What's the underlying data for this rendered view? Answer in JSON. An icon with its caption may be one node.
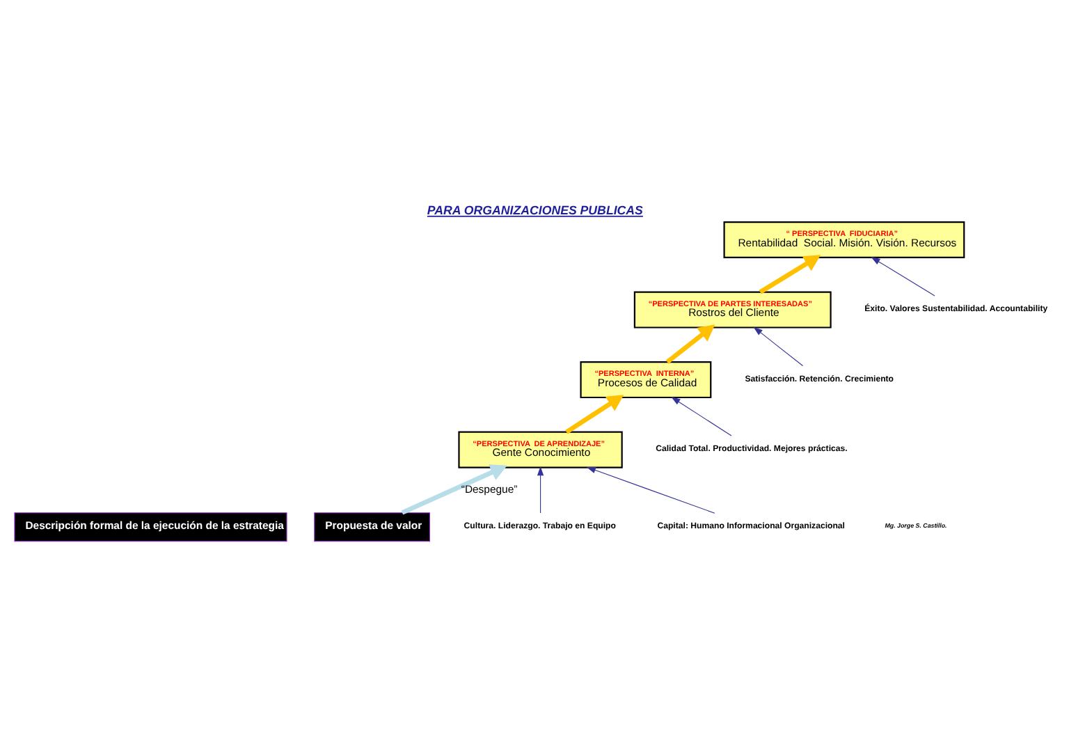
{
  "diagram": {
    "title": "PARA ORGANIZACIONES PUBLICAS",
    "nodes": [
      {
        "text": [
          "Descripción formal de la ejecución de la estrategia"
        ]
      },
      {
        "text": [
          "“ PERSPECTIVA  FIDUCIARIA”",
          "Rentabilidad  Social. Misión. Visión. Recursos"
        ]
      },
      {
        "text": [
          "“PERSPECTIVA DE PARTES INTERESADAS”",
          "Rostros del Cliente"
        ]
      },
      {
        "text": [
          "“PERSPECTIVA  INTERNA”",
          "Procesos de Calidad"
        ]
      },
      {
        "text": [
          "“PERSPECTIVA  DE APRENDIZAJE”",
          "Gente Conocimiento"
        ]
      },
      {
        "text": [
          "Propuesta de valor"
        ]
      },
      {
        "text": [
          "Éxito. Valores Sustentabilidad. Accountability"
        ]
      },
      {
        "text": [
          "Satisfacción. Retención. Crecimiento"
        ]
      },
      {
        "text": [
          "Calidad Total. Productividad. Mejores prácticas."
        ]
      },
      {
        "text": [
          "Cultura. Liderazgo. Trabajo en Equipo"
        ]
      },
      {
        "text": [
          "Capital: Humano Informacional Organizacional"
        ]
      }
    ],
    "edges": [
      {
        "from": 5,
        "to": 4,
        "arrow": "to",
        "label": "“Despegue”",
        "style": "thick",
        "color": "#b7dde8"
      },
      {
        "from": 4,
        "to": 3,
        "arrow": "to",
        "style": "thick",
        "color": "#ffc000"
      },
      {
        "from": 3,
        "to": 2,
        "arrow": "to",
        "style": "thick",
        "color": "#ffc000"
      },
      {
        "from": 2,
        "to": 1,
        "arrow": "to",
        "style": "thick",
        "color": "#ffc000"
      },
      {
        "from": 6,
        "to": 1,
        "arrow": "to"
      },
      {
        "from": 7,
        "to": 2,
        "arrow": "to"
      },
      {
        "from": 8,
        "to": 3,
        "arrow": "to"
      },
      {
        "from": 9,
        "to": 4,
        "arrow": "to"
      },
      {
        "from": 10,
        "to": 4,
        "arrow": "to"
      }
    ],
    "labels": [
      "Mg. Jorge S. Castillo."
    ]
  }
}
